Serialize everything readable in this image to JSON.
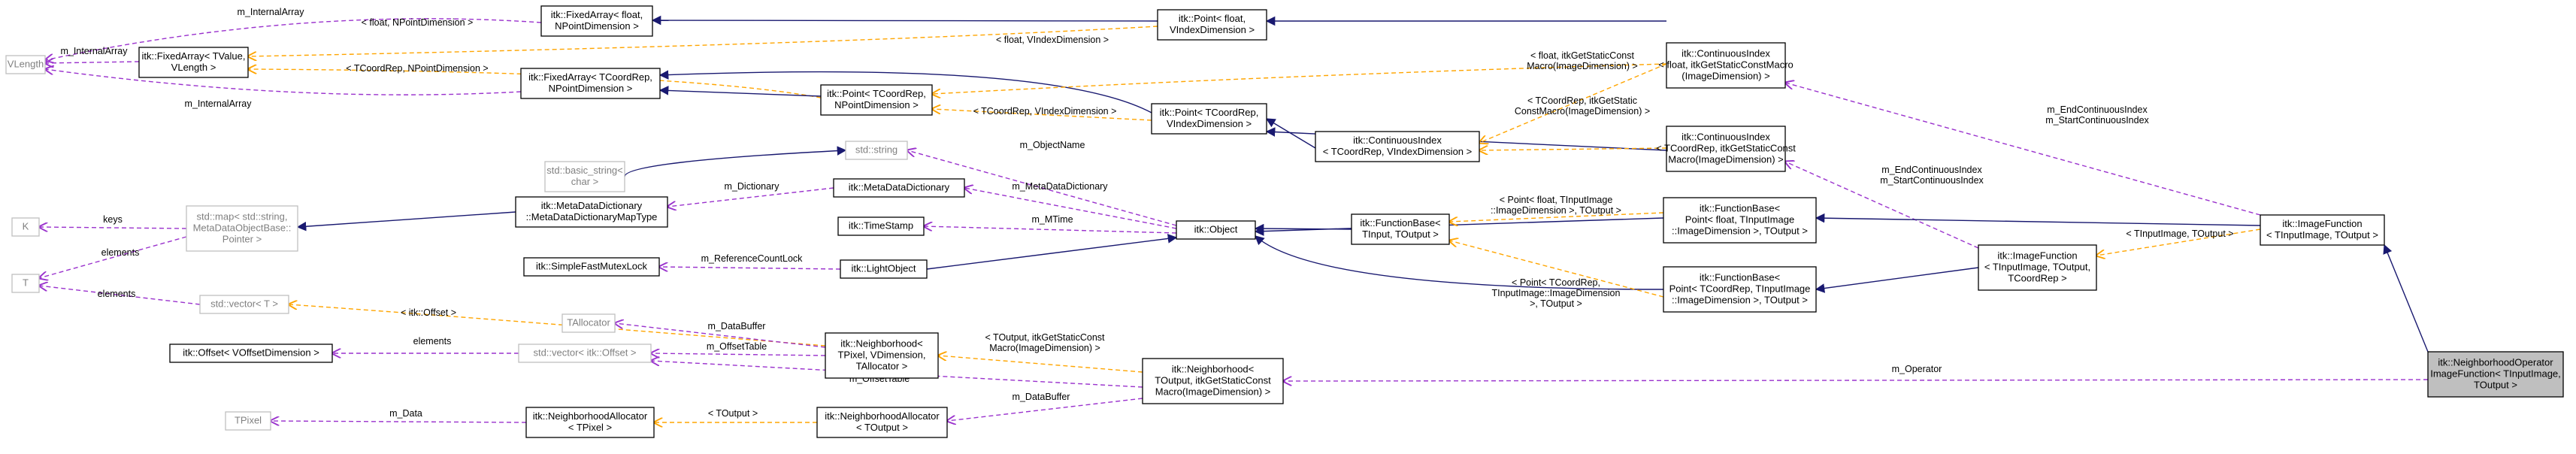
{
  "nodes": {
    "vlength": {
      "lines": [
        "VLength"
      ],
      "style": "grey"
    },
    "fixedarray_float": {
      "lines": [
        "itk::FixedArray< float,",
        "NPointDimension >"
      ]
    },
    "fixedarray_tvalue": {
      "lines": [
        "itk::FixedArray< TValue,",
        "VLength >"
      ]
    },
    "fixedarray_tcoordrep": {
      "lines": [
        "itk::FixedArray< TCoordRep,",
        "NPointDimension >"
      ]
    },
    "point_float_vindex": {
      "lines": [
        "itk::Point< float,",
        "VIndexDimension >"
      ]
    },
    "point_tcoordrep_npoint": {
      "lines": [
        "itk::Point< TCoordRep,",
        "NPointDimension >"
      ]
    },
    "point_tcoordrep_vindex": {
      "lines": [
        "itk::Point< TCoordRep,",
        "VIndexDimension >"
      ]
    },
    "continuousindex": {
      "lines": [
        "itk::ContinuousIndex",
        "< TCoordRep, VIndexDimension >"
      ]
    },
    "contindex_float": {
      "lines": [
        "itk::ContinuousIndex",
        "< float, itkGetStaticConstMacro",
        "(ImageDimension) >"
      ]
    },
    "contindex_tcoordrep": {
      "lines": [
        "itk::ContinuousIndex",
        "< TCoordRep, itkGetStaticConst",
        "Macro(ImageDimension) >"
      ]
    },
    "basic_string": {
      "lines": [
        "std::basic_string<",
        "char >"
      ],
      "style": "grey"
    },
    "std_string": {
      "lines": [
        "std::string"
      ],
      "style": "grey"
    },
    "k": {
      "lines": [
        "K"
      ],
      "style": "grey"
    },
    "t": {
      "lines": [
        "T"
      ],
      "style": "grey"
    },
    "std_map": {
      "lines": [
        "std::map< std::string,",
        "MetaDataObjectBase::",
        "Pointer >"
      ],
      "style": "grey"
    },
    "mdd_map_type": {
      "lines": [
        "itk::MetaDataDictionary",
        "::MetaDataDictionaryMapType"
      ]
    },
    "mdd": {
      "lines": [
        "itk::MetaDataDictionary"
      ]
    },
    "timestamp": {
      "lines": [
        "itk::TimeStamp"
      ]
    },
    "mutexlock": {
      "lines": [
        "itk::SimpleFastMutexLock"
      ]
    },
    "lightobject": {
      "lines": [
        "itk::LightObject"
      ]
    },
    "object": {
      "lines": [
        "itk::Object"
      ]
    },
    "functionbase": {
      "lines": [
        "itk::FunctionBase<",
        "TInput, TOutput >"
      ]
    },
    "fb_point_float": {
      "lines": [
        "itk::FunctionBase<",
        "Point< float, TInputImage",
        "::ImageDimension >, TOutput >"
      ]
    },
    "fb_point_tcoordrep": {
      "lines": [
        "itk::FunctionBase<",
        "Point< TCoordRep, TInputImage",
        "::ImageDimension >, TOutput >"
      ]
    },
    "imagefunction_3": {
      "lines": [
        "itk::ImageFunction",
        "< TInputImage, TOutput,",
        "TCoordRep >"
      ]
    },
    "imagefunction_2": {
      "lines": [
        "itk::ImageFunction",
        "< TInputImage, TOutput >"
      ]
    },
    "noif": {
      "lines": [
        "itk::NeighborhoodOperator",
        "ImageFunction< TInputImage,",
        "TOutput >"
      ],
      "style": "focus"
    },
    "std_vector_t": {
      "lines": [
        "std::vector< T >"
      ],
      "style": "grey"
    },
    "tallocator": {
      "lines": [
        "TAllocator"
      ],
      "style": "grey"
    },
    "offset": {
      "lines": [
        "itk::Offset< VOffsetDimension >"
      ]
    },
    "std_vector_offset": {
      "lines": [
        "std::vector< itk::Offset >"
      ],
      "style": "grey"
    },
    "neighborhood_tpixel": {
      "lines": [
        "itk::Neighborhood<",
        "TPixel, VDimension,",
        "TAllocator >"
      ]
    },
    "neighborhood_toutput": {
      "lines": [
        "itk::Neighborhood<",
        "TOutput, itkGetStaticConst",
        "Macro(ImageDimension) >"
      ]
    },
    "tpixel": {
      "lines": [
        "TPixel"
      ],
      "style": "grey"
    },
    "nalloc_tpixel": {
      "lines": [
        "itk::NeighborhoodAllocator",
        "< TPixel >"
      ]
    },
    "nalloc_toutput": {
      "lines": [
        "itk::NeighborhoodAllocator",
        "< TOutput >"
      ]
    }
  },
  "edge_labels": {
    "m_internalarray": "m_InternalArray",
    "float_npoint": "< float, NPointDimension >",
    "tcoordrep_npoint": "< TCoordRep, NPointDimension >",
    "float_vindex": "< float, VIndexDimension >",
    "tcoordrep_vindex": "< TCoordRep, VIndexDimension >",
    "float_itkgetstatic": [
      "< float, itkGetStaticConst",
      "Macro(ImageDimension) >"
    ],
    "tcoordrep_itkgetstatic": [
      "< TCoordRep, itkGetStatic",
      "ConstMacro(ImageDimension) >"
    ],
    "m_end_start_1": [
      "m_EndContinuousIndex",
      "m_StartContinuousIndex"
    ],
    "m_end_start_2": [
      "m_EndContinuousIndex",
      "m_StartContinuousIndex"
    ],
    "m_objectname": "m_ObjectName",
    "m_metadatadictionary": "m_MetaDataDictionary",
    "m_dictionary": "m_Dictionary",
    "keys": "keys",
    "elements": "elements",
    "m_mtime": "m_MTime",
    "m_referencecountlock": "m_ReferenceCountLock",
    "point_float_input": [
      "< Point< float, TInputImage",
      "::ImageDimension >, TOutput >"
    ],
    "point_tcoordrep_input": [
      "< Point< TCoordRep,",
      "TInputImage::ImageDimension",
      ">, TOutput >"
    ],
    "tinput_toutput": "< TInputImage, TOutput >",
    "itk_offset": "< itk::Offset >",
    "m_databuffer": "m_DataBuffer",
    "m_offsettable": "m_OffsetTable",
    "toutput_itkgetstatic": [
      "< TOutput, itkGetStaticConst",
      "Macro(ImageDimension) >"
    ],
    "m_operator": "m_Operator",
    "m_data": "m_Data",
    "toutput": "< TOutput >"
  },
  "colors": {
    "inheritance": "#191970",
    "usage": "#9a32cd",
    "template": "#ffa500",
    "focus_fill": "#bfbfbf"
  }
}
